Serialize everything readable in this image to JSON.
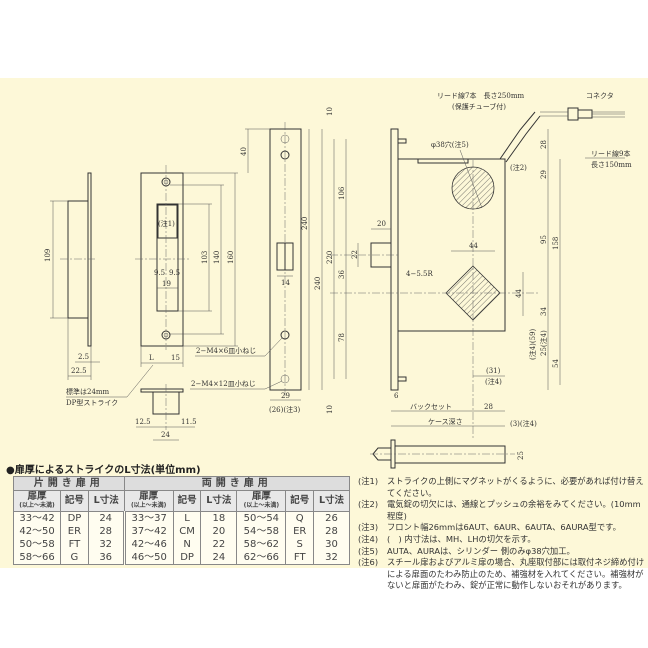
{
  "drawing": {
    "strike_side": {
      "dim_height": "109",
      "dim_plate": "2.5",
      "dim_depth": "22.5",
      "std_note_1": "標準は24mm",
      "std_note_2": "DP型ストライク"
    },
    "strike_front": {
      "note1": "(注1)",
      "dim_a": "9.5",
      "dim_b": "9.5",
      "dim_19": "19",
      "dim_103": "103",
      "dim_140": "140",
      "dim_160": "160",
      "dim_L": "L",
      "dim_15": "15"
    },
    "strike_bottom": {
      "dim_125": "12.5",
      "dim_115": "11.5",
      "dim_24": "24"
    },
    "front_plate": {
      "dim_40": "40",
      "dim_14": "14",
      "dim_29": "29",
      "dim_26": "(26)(注3)",
      "dim_240": "240",
      "screw_6": "2−M4×6皿小ねじ",
      "screw_12": "2−M4×12皿小ねじ"
    },
    "lock_body": {
      "lead7_1": "リード線7本　長さ250mm",
      "lead7_2": "(保護チューブ付)",
      "connector": "コネクタ",
      "lead9_1": "リード線9本",
      "lead9_2": "長さ150mm",
      "hole": "φ38穴(注5)",
      "note2": "(注2)",
      "radius": "4−5.5R",
      "d10_top": "10",
      "d10_bot": "10",
      "d240": "240",
      "d220": "220",
      "d106": "106",
      "d36": "36",
      "d78": "78",
      "d20": "20",
      "d22": "22",
      "d44h": "44",
      "d44v": "44",
      "d28": "28",
      "d29": "29",
      "d95": "95",
      "d158": "158",
      "d34": "34",
      "d54": "54",
      "d25": "25(注4)",
      "d59": "(注4)(59)",
      "d31a": "(31)",
      "d31b": "(注4)",
      "d6": "6",
      "backset": "バックセット",
      "d28b": "28",
      "case_depth": "ケース深さ",
      "d3": "(3)(注4)",
      "d25b": "25"
    }
  },
  "table": {
    "title": "●扉厚によるストライクのL寸法(単位mm)",
    "single_label": "片開き扉用",
    "double_label": "両開き扉用",
    "col_thickness": "扉厚",
    "col_thickness_sub": "(以上〜未満)",
    "col_code": "記号",
    "col_l": "L寸法",
    "single_rows": [
      [
        "33〜42",
        "DP",
        "24"
      ],
      [
        "42〜50",
        "ER",
        "28"
      ],
      [
        "50〜58",
        "FT",
        "32"
      ],
      [
        "58〜66",
        "G",
        "36"
      ]
    ],
    "double_rows": [
      [
        "33〜37",
        "L",
        "18",
        "50〜54",
        "Q",
        "26"
      ],
      [
        "37〜42",
        "CM",
        "20",
        "54〜58",
        "ER",
        "28"
      ],
      [
        "42〜46",
        "N",
        "22",
        "58〜62",
        "S",
        "30"
      ],
      [
        "46〜50",
        "DP",
        "24",
        "62〜66",
        "FT",
        "32"
      ]
    ]
  },
  "notes": [
    {
      "key": "(注1)",
      "text": "ストライクの上側にマグネットがくるように、必要があれば付け替えてください。"
    },
    {
      "key": "(注2)",
      "text": "電気錠の切欠には、通線とプッシュの余裕をみてください。(10mm程度)"
    },
    {
      "key": "(注3)",
      "text": "フロント幅26mmは6AUT、6AUR、6AUTA、6AURA型です。"
    },
    {
      "key": "(注4)",
      "text": "(　) 内寸法は、MH、LHの切欠を示す。"
    },
    {
      "key": "(注5)",
      "text": "AUTA、AURAは、シリンダー 側のみφ38穴加工。"
    },
    {
      "key": "(注6)",
      "text": "スチール扉およびアルミ扉の場合、丸座取付部には取付ネジ締め付けによる扉面のたわみ防止のため、補強材を入れてください。補強材がないと扉面がたわみ、錠が正常に動作しないおそれがあります。"
    }
  ],
  "colors": {
    "background": "#fdf8d8",
    "line": "#333333",
    "table_header": "#dddddd"
  }
}
